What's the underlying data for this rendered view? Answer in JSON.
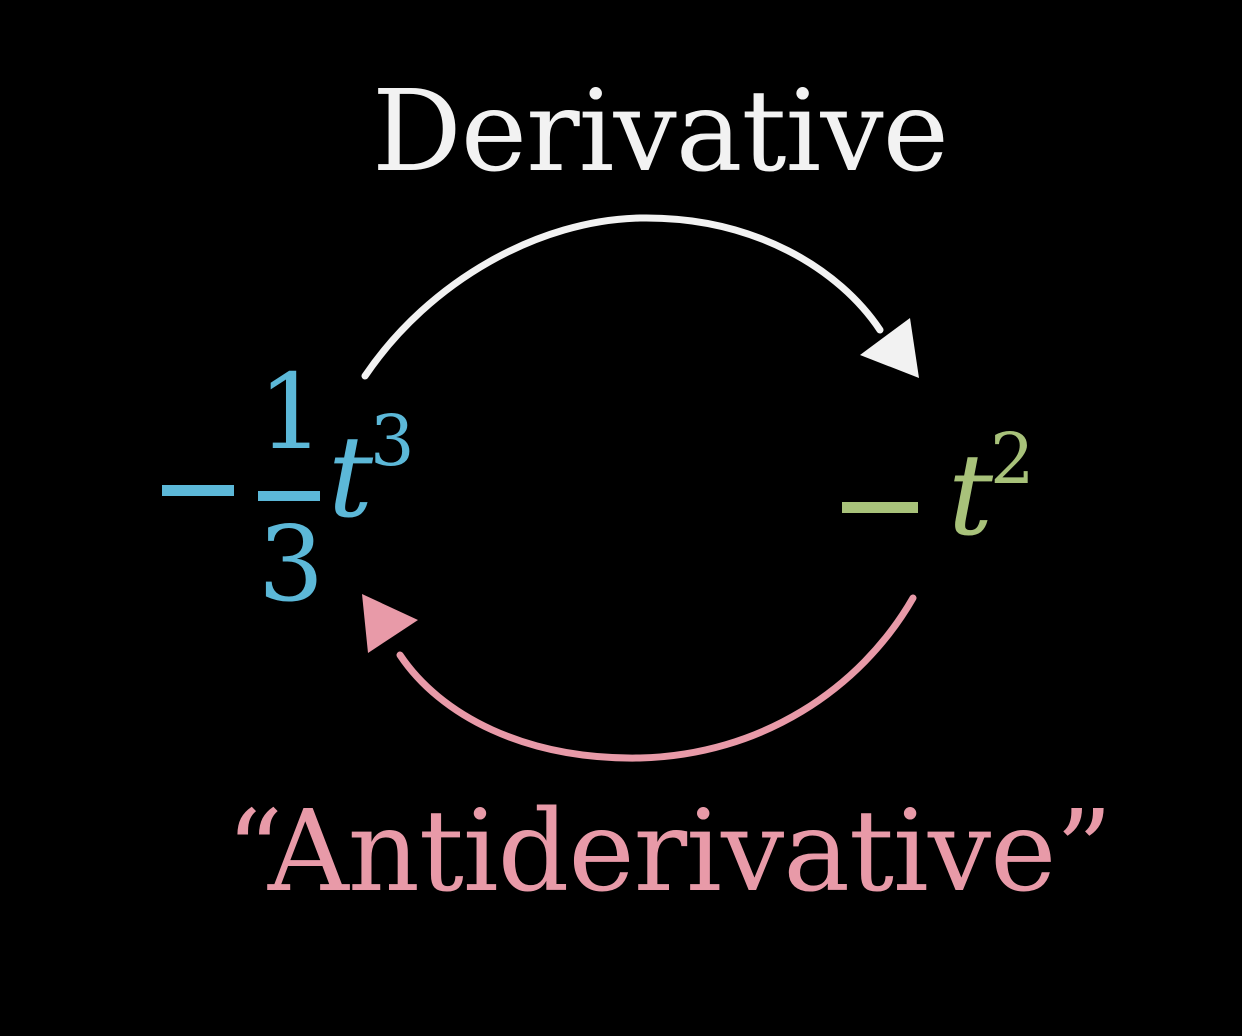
{
  "labels": {
    "top": "Derivative",
    "bottom": "“Antiderivative”"
  },
  "left_expression": {
    "numerator": "1",
    "denominator": "3",
    "variable": "t",
    "exponent": "3"
  },
  "right_expression": {
    "variable": "t",
    "exponent": "2"
  },
  "colors": {
    "background": "#000000",
    "derivative": "#f2f2f2",
    "antiderivative": "#e89aa8",
    "left_expression": "#5cb8d8",
    "right_expression": "#a8c27a"
  }
}
